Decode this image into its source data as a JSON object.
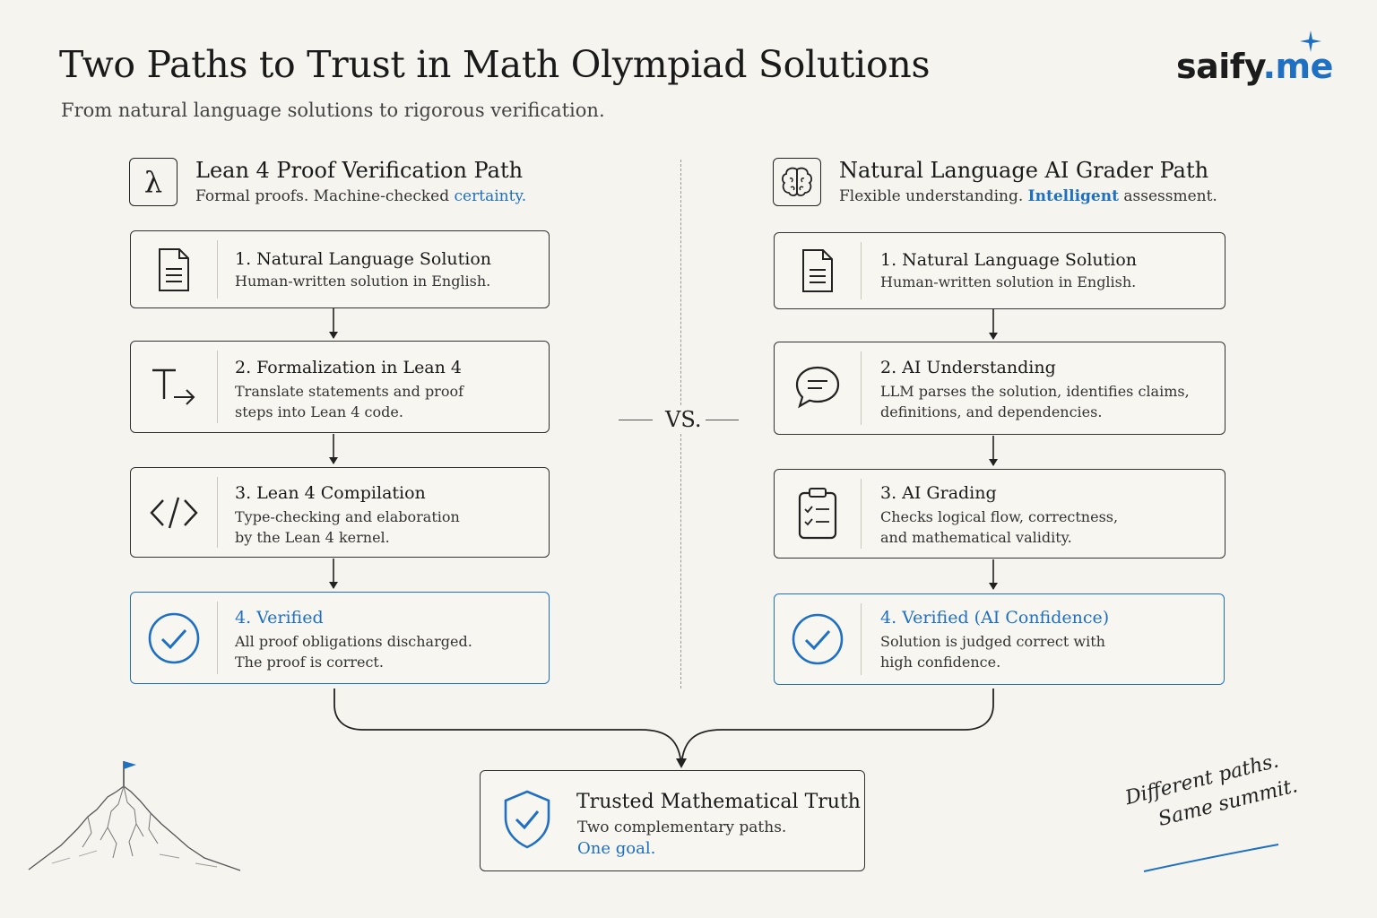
{
  "header": {
    "title": "Two Paths to Trust in Math Olympiad Solutions",
    "subtitle": "From natural language solutions to rigorous verification.",
    "logo_main": "saify",
    "logo_dot": ".",
    "logo_tld": "me"
  },
  "left_path": {
    "icon": "lambda-icon",
    "icon_glyph": "λ",
    "title": "Lean 4 Proof Verification Path",
    "subtitle_plain": "Formal proofs. Machine-checked ",
    "subtitle_accent": "certainty.",
    "steps": [
      {
        "icon": "document-icon",
        "title": "1. Natural Language Solution",
        "desc": "Human-written solution in English."
      },
      {
        "icon": "formalize-arrow-icon",
        "title": "2. Formalization in Lean 4",
        "desc": "Translate statements and proof steps into Lean 4 code."
      },
      {
        "icon": "code-brackets-icon",
        "title": "3. Lean 4 Compilation",
        "desc": "Type-checking and elaboration by the Lean 4 kernel."
      },
      {
        "icon": "check-circle-icon",
        "title": "4. Verified",
        "desc": "All proof obligations discharged. The proof is correct."
      }
    ]
  },
  "right_path": {
    "icon": "brain-icon",
    "title": "Natural Language AI Grader Path",
    "subtitle_plain_1": "Flexible understanding. ",
    "subtitle_accent": "Intelligent",
    "subtitle_plain_2": " assessment.",
    "steps": [
      {
        "icon": "document-icon",
        "title": "1. Natural Language Solution",
        "desc": "Human-written solution in English."
      },
      {
        "icon": "chat-bubble-icon",
        "title": "2. AI Understanding",
        "desc": "LLM parses the solution, identifies claims, definitions, and dependencies."
      },
      {
        "icon": "clipboard-checklist-icon",
        "title": "3. AI Grading",
        "desc": "Checks logical flow, correctness, and mathematical validity."
      },
      {
        "icon": "check-circle-icon",
        "title": "4. Verified (AI Confidence)",
        "desc": "Solution is judged correct with high confidence."
      }
    ]
  },
  "divider": {
    "label": "VS."
  },
  "final": {
    "icon": "shield-check-icon",
    "title": "Trusted Mathematical Truth",
    "desc": "Two complementary paths.",
    "goal": "One goal."
  },
  "tagline": {
    "line1": "Different paths.",
    "line2": "Same summit."
  },
  "decor": {
    "illustration": "mountain-flag-icon"
  },
  "colors": {
    "accent": "#1f6fc3",
    "background": "#f5f4ef",
    "ink": "#1f1f1f"
  }
}
